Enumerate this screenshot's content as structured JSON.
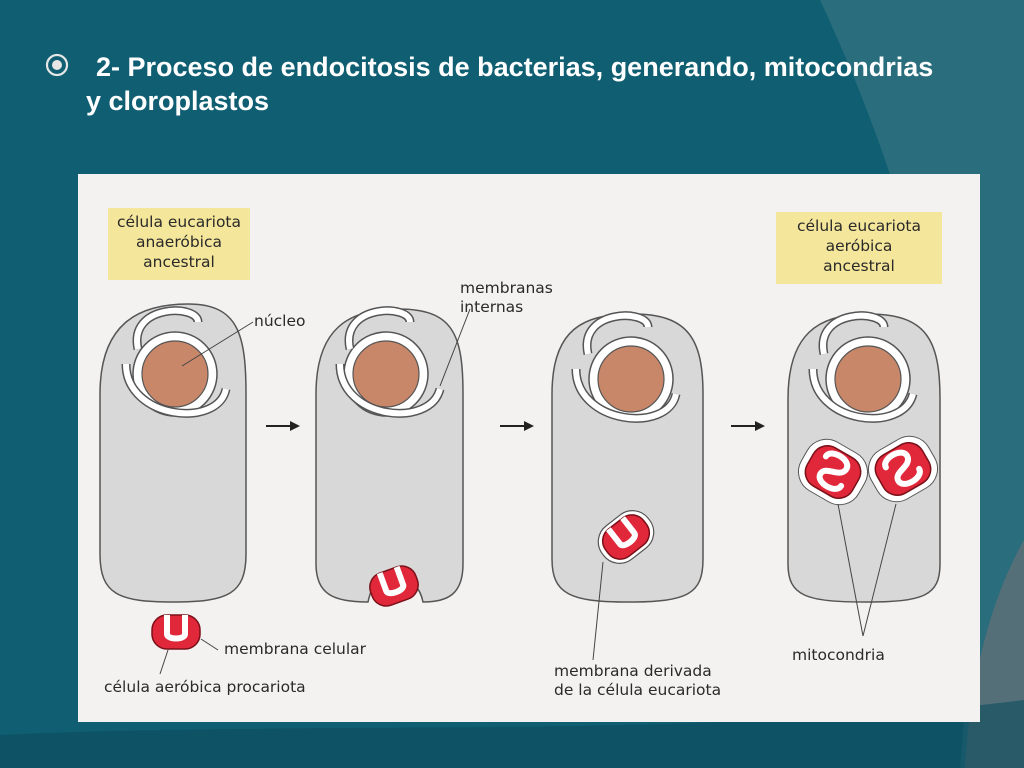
{
  "slide": {
    "title_line1": "2- Proceso de endocitosis de bacterias, generando, mitocondrias",
    "title_line2": "y cloroplastos",
    "bullet_icon": "circle-dot-icon"
  },
  "diagram": {
    "box_left": [
      "célula eucariota",
      "anaeróbica",
      "ancestral"
    ],
    "box_right": [
      "célula eucariota",
      "aeróbica",
      "ancestral"
    ],
    "label_nucleo": "núcleo",
    "label_membranas": [
      "membranas",
      "internas"
    ],
    "label_membrana_celular": "membrana celular",
    "label_procariota": "célula aeróbica procariota",
    "label_membrana_derivada": [
      "membrana derivada",
      "de la célula eucariota"
    ],
    "label_mitocondria": "mitocondria",
    "colors": {
      "cell": "#d8d8d8",
      "nucleus": "#c9876a",
      "bacteria": "#e0283a",
      "label_box": "#f4e69a"
    }
  }
}
